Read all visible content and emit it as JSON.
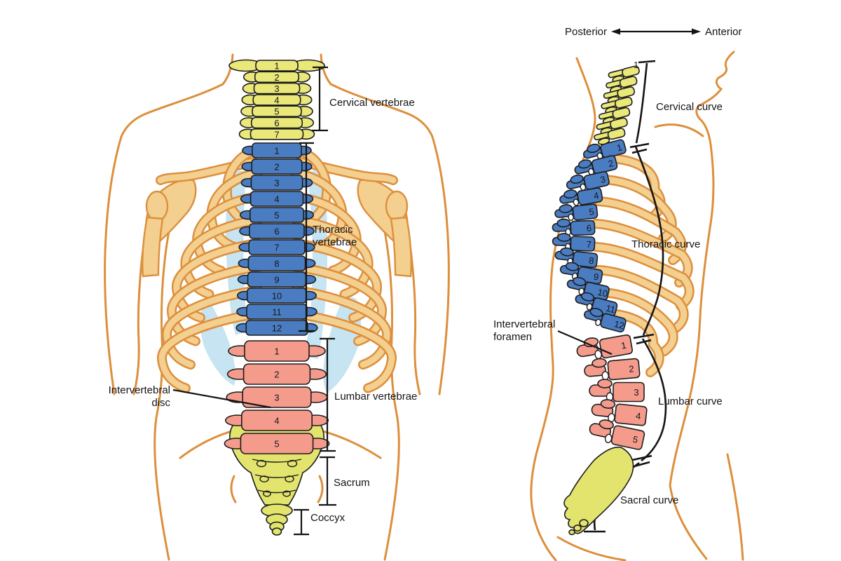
{
  "figure": {
    "type": "anatomical-diagram",
    "subject": "Vertebral column - anterior and lateral views"
  },
  "colors": {
    "cervical": "#eae878",
    "thoracic": "#4a7cc2",
    "lumbar": "#f59b8c",
    "sacrum": "#e2e46e",
    "rib_fill": "#f3cf90",
    "body_line": "#dd8f3c",
    "cartilage": "#c6e4f2",
    "ink": "#141414",
    "background": "#ffffff"
  },
  "anterior_view": {
    "labels": {
      "cervical": "Cervical vertebrae",
      "thoracic_line1": "Thoracic",
      "thoracic_line2": "vertebrae",
      "lumbar": "Lumbar vertebrae",
      "sacrum": "Sacrum",
      "coccyx": "Coccyx",
      "disc_line1": "Intervertebral",
      "disc_line2": "disc"
    },
    "cervical_numbers": [
      "1",
      "2",
      "3",
      "4",
      "5",
      "6",
      "7"
    ],
    "thoracic_numbers": [
      "1",
      "2",
      "3",
      "4",
      "5",
      "6",
      "7",
      "8",
      "9",
      "10",
      "11",
      "12"
    ],
    "lumbar_numbers": [
      "1",
      "2",
      "3",
      "4",
      "5"
    ]
  },
  "lateral_view": {
    "direction_labels": {
      "left": "Posterior",
      "right": "Anterior"
    },
    "labels": {
      "cervical_curve": "Cervical curve",
      "thoracic_curve": "Thoracic curve",
      "lumbar_curve": "Lumbar curve",
      "sacral_curve": "Sacral curve",
      "foramen_line1": "Intervertebral",
      "foramen_line2": "foramen"
    },
    "cervical_top_number": "1",
    "thoracic_numbers": [
      "1",
      "2",
      "3",
      "4",
      "5",
      "6",
      "7",
      "8",
      "9",
      "10",
      "11",
      "12"
    ],
    "lumbar_numbers": [
      "1",
      "2",
      "3",
      "4",
      "5"
    ]
  }
}
